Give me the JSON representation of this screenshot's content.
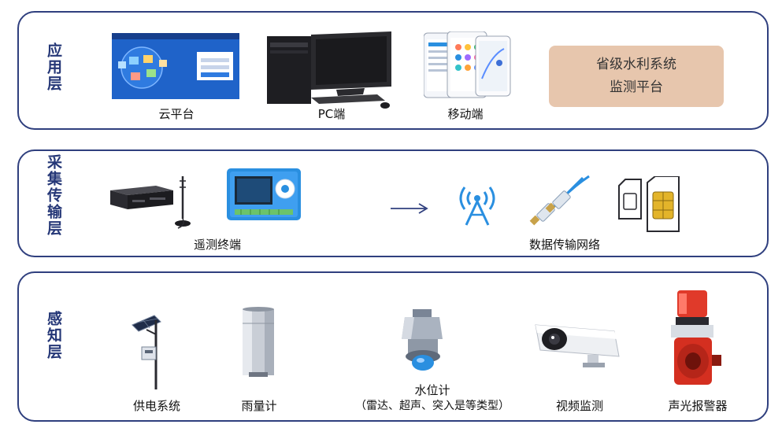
{
  "layers": {
    "app": {
      "title": "应用层",
      "items": [
        {
          "label": "云平台",
          "icon": "cloud-platform-screen-icon"
        },
        {
          "label": "PC端",
          "icon": "desktop-pc-icon"
        },
        {
          "label": "移动端",
          "icon": "mobile-phones-icon"
        }
      ],
      "platform_box": {
        "line1": "省级水利系统",
        "line2": "监测平台"
      }
    },
    "net": {
      "title": "采集传输层",
      "terminal_label": "遥测终端",
      "network_label": "数据传输网络",
      "icons": [
        "router-antenna-icon",
        "rtu-terminal-icon",
        "arrow-right-icon",
        "signal-tower-icon",
        "ethernet-cable-icon",
        "sim-card-icon"
      ]
    },
    "sense": {
      "title": "感知层",
      "items": [
        {
          "label": "供电系统",
          "icon": "solar-power-icon"
        },
        {
          "label": "雨量计",
          "icon": "rain-gauge-icon"
        },
        {
          "label": "水位计",
          "sublabel": "（雷达、超声、突入是等类型）",
          "icon": "water-level-sensor-icon"
        },
        {
          "label": "视频监测",
          "icon": "camera-icon"
        },
        {
          "label": "声光报警器",
          "icon": "alarm-siren-icon"
        }
      ]
    }
  },
  "colors": {
    "border": "#2f3f7e",
    "title": "#253777",
    "platform_box": "#e7c6ad",
    "accent_blue": "#2a8fe0"
  }
}
